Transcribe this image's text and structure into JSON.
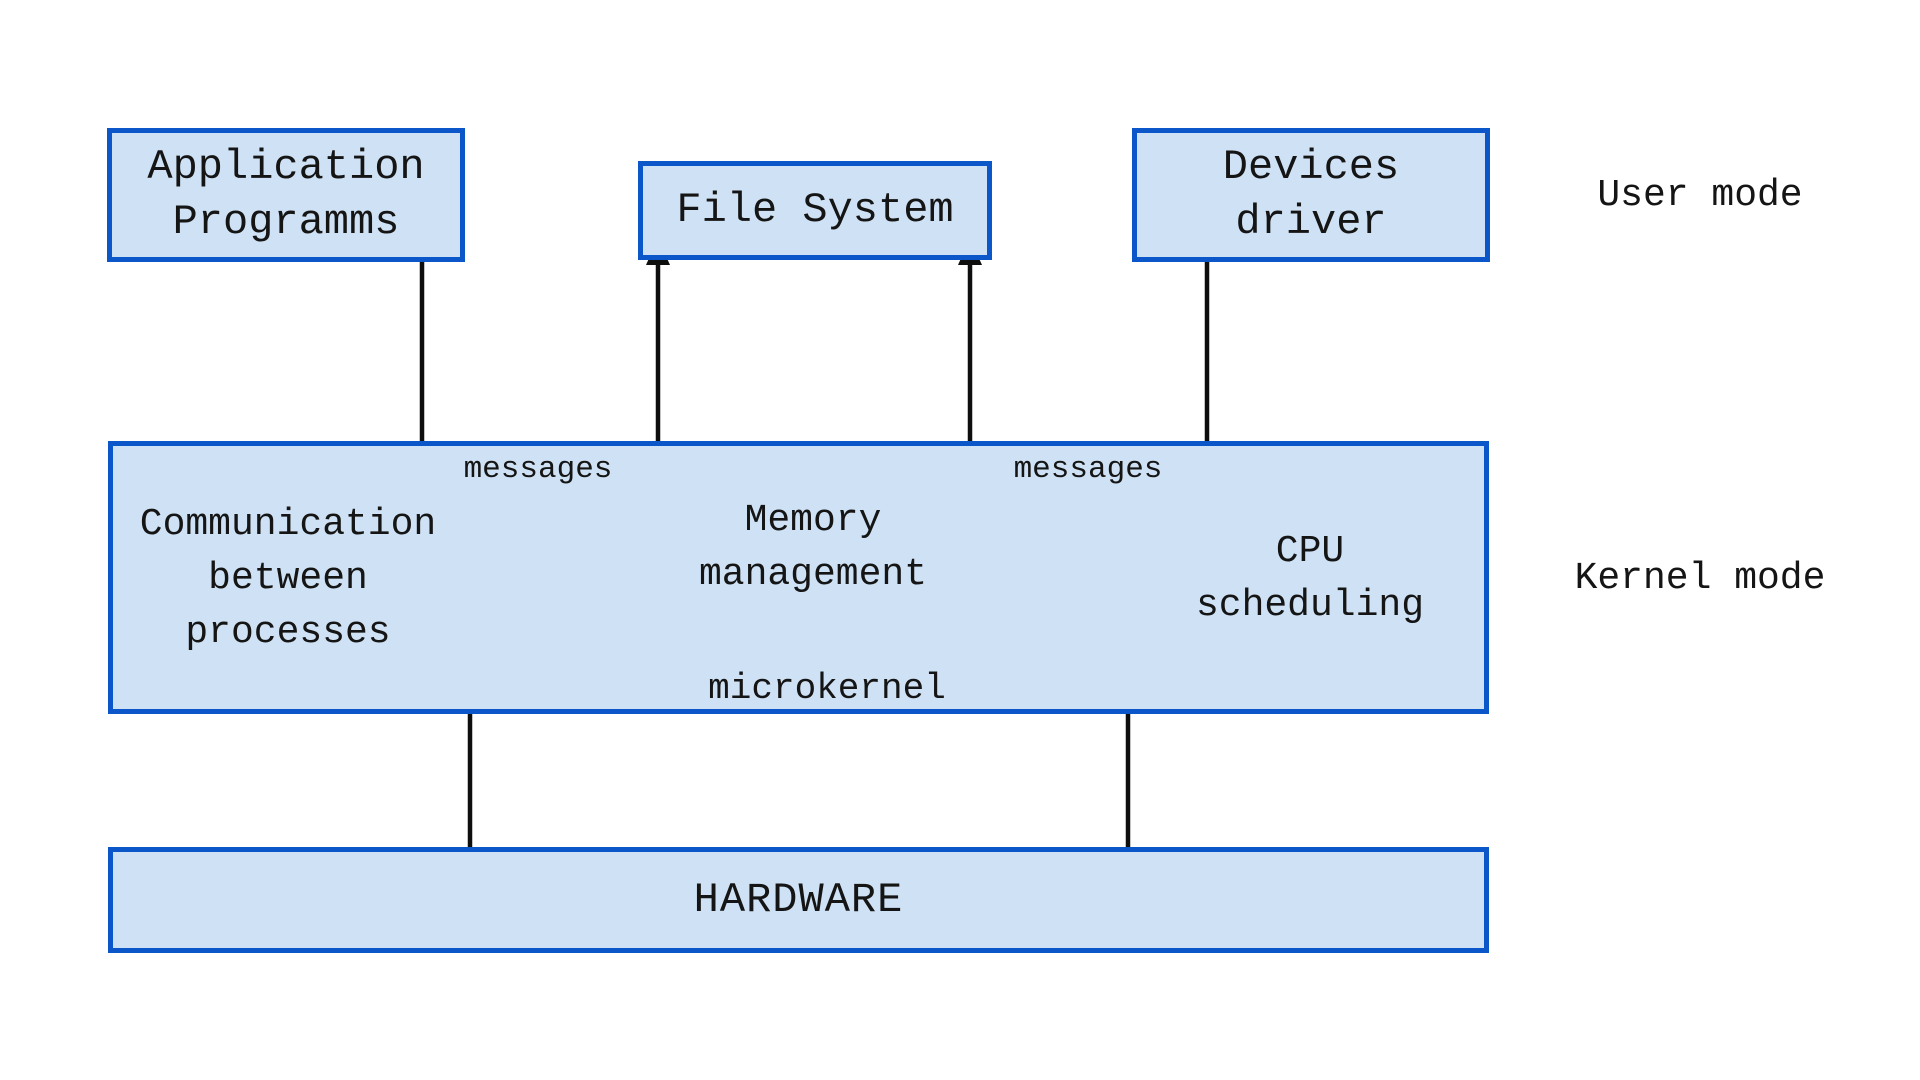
{
  "diagram": {
    "side_labels": {
      "user_mode": "User mode",
      "kernel_mode": "Kernel mode"
    },
    "boxes": {
      "application": "Application\nProgramms",
      "file_system": "File System",
      "devices_driver": "Devices\ndriver",
      "hardware": "HARDWARE"
    },
    "kernel": {
      "communication": "Communication\nbetween\nprocesses",
      "memory": "Memory\nmanagement",
      "cpu": "CPU\nscheduling",
      "microkernel": "microkernel"
    },
    "connectors": {
      "messages_left": "messages",
      "messages_right": "messages"
    },
    "colors": {
      "box_border": "#0b57c9",
      "box_fill": "#cfe2f5",
      "arrow": "#0e0e0e",
      "text": "#151515"
    }
  }
}
